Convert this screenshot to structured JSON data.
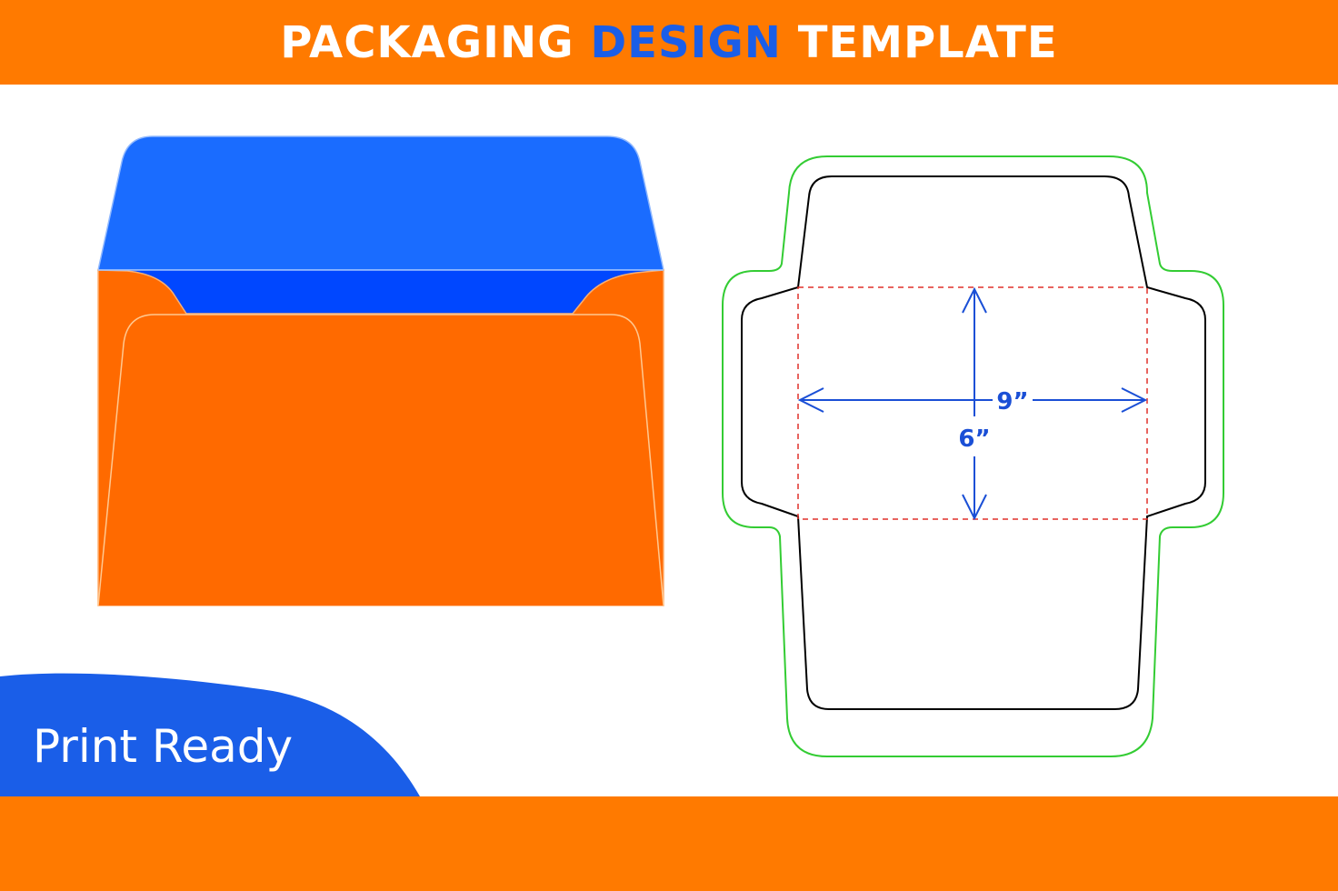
{
  "header": {
    "title_part1": "PACKAGING",
    "title_accent": "DESIGN",
    "title_part2": "TEMPLATE"
  },
  "badge": {
    "label": "Print Ready"
  },
  "dieline": {
    "width_label": "9”",
    "height_label": "6”"
  },
  "colors": {
    "orange": "#ff7a00",
    "envelope_orange": "#ff6a00",
    "blue": "#1a5ee8",
    "flap_blue": "#1a6cff",
    "inner_blue": "#0047ff",
    "cut_line": "#000000",
    "bleed_line": "#33cc33",
    "fold_line": "#e0302a"
  }
}
